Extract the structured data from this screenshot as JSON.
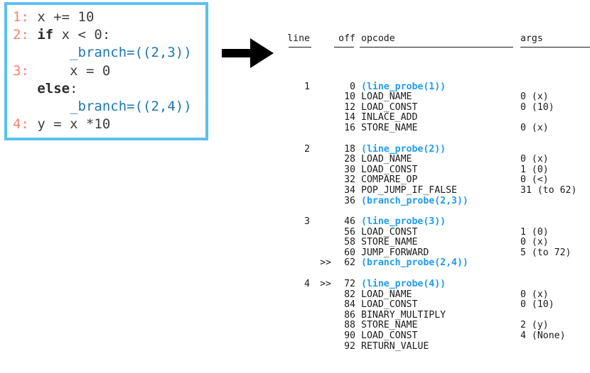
{
  "code_panel": {
    "border_color": "#5bc0f0",
    "line_number_color": "#fb8072",
    "probe_color": "#1f77b4",
    "lines": [
      {
        "num": "1:",
        "code": "x += 10"
      },
      {
        "num": "2:",
        "code": "if x < 0:"
      },
      {
        "num": "",
        "code": "    _branch=((2,3))"
      },
      {
        "num": "3:",
        "code": "    x = 0"
      },
      {
        "num": "",
        "code": "else:"
      },
      {
        "num": "",
        "code": "    _branch=((2,4))"
      },
      {
        "num": "4:",
        "code": "y = x *10"
      }
    ]
  },
  "arrow": {
    "direction": "right",
    "color": "#000000"
  },
  "disassembly": {
    "probe_color": "#1e9bf0",
    "headers": {
      "line": "line",
      "off": "off",
      "opcode": "opcode",
      "args": "args"
    },
    "blocks": [
      {
        "line": "1",
        "rows": [
          {
            "line": "1",
            "jump": "",
            "off": "0",
            "opcode": "(line_probe(1))",
            "args": "",
            "probe": true
          },
          {
            "line": "",
            "jump": "",
            "off": "10",
            "opcode": "LOAD_NAME",
            "args": "0 (x)",
            "probe": false
          },
          {
            "line": "",
            "jump": "",
            "off": "12",
            "opcode": "LOAD_CONST",
            "args": "0 (10)",
            "probe": false
          },
          {
            "line": "",
            "jump": "",
            "off": "14",
            "opcode": "INLACE_ADD",
            "args": "",
            "probe": false
          },
          {
            "line": "",
            "jump": "",
            "off": "16",
            "opcode": "STORE_NAME",
            "args": "0 (x)",
            "probe": false
          }
        ]
      },
      {
        "line": "2",
        "rows": [
          {
            "line": "2",
            "jump": "",
            "off": "18",
            "opcode": "(line_probe(2))",
            "args": "",
            "probe": true
          },
          {
            "line": "",
            "jump": "",
            "off": "28",
            "opcode": "LOAD_NAME",
            "args": "0 (x)",
            "probe": false
          },
          {
            "line": "",
            "jump": "",
            "off": "30",
            "opcode": "LOAD_CONST",
            "args": "1 (0)",
            "probe": false
          },
          {
            "line": "",
            "jump": "",
            "off": "32",
            "opcode": "COMPARE_OP",
            "args": "0 (<)",
            "probe": false
          },
          {
            "line": "",
            "jump": "",
            "off": "34",
            "opcode": "POP_JUMP_IF_FALSE",
            "args": "31 (to 62)",
            "probe": false
          },
          {
            "line": "",
            "jump": "",
            "off": "36",
            "opcode": "(branch_probe(2,3))",
            "args": "",
            "probe": true
          }
        ]
      },
      {
        "line": "3",
        "rows": [
          {
            "line": "3",
            "jump": "",
            "off": "46",
            "opcode": "(line_probe(3))",
            "args": "",
            "probe": true
          },
          {
            "line": "",
            "jump": "",
            "off": "56",
            "opcode": "LOAD_CONST",
            "args": "1 (0)",
            "probe": false
          },
          {
            "line": "",
            "jump": "",
            "off": "58",
            "opcode": "STORE_NAME",
            "args": "0 (x)",
            "probe": false
          },
          {
            "line": "",
            "jump": "",
            "off": "60",
            "opcode": "JUMP_FORWARD",
            "args": "5 (to 72)",
            "probe": false
          },
          {
            "line": "",
            "jump": ">>",
            "off": "62",
            "opcode": "(branch_probe(2,4))",
            "args": "",
            "probe": true
          }
        ]
      },
      {
        "line": "4",
        "rows": [
          {
            "line": "4",
            "jump": ">>",
            "off": "72",
            "opcode": "(line_probe(4))",
            "args": "",
            "probe": true
          },
          {
            "line": "",
            "jump": "",
            "off": "82",
            "opcode": "LOAD_NAME",
            "args": "0 (x)",
            "probe": false
          },
          {
            "line": "",
            "jump": "",
            "off": "84",
            "opcode": "LOAD_CONST",
            "args": "0 (10)",
            "probe": false
          },
          {
            "line": "",
            "jump": "",
            "off": "86",
            "opcode": "BINARY_MULTIPLY",
            "args": "",
            "probe": false
          },
          {
            "line": "",
            "jump": "",
            "off": "88",
            "opcode": "STORE_NAME",
            "args": "2 (y)",
            "probe": false
          },
          {
            "line": "",
            "jump": "",
            "off": "90",
            "opcode": "LOAD_CONST",
            "args": "4 (None)",
            "probe": false
          },
          {
            "line": "",
            "jump": "",
            "off": "92",
            "opcode": "RETURN_VALUE",
            "args": "",
            "probe": false
          }
        ]
      }
    ]
  }
}
